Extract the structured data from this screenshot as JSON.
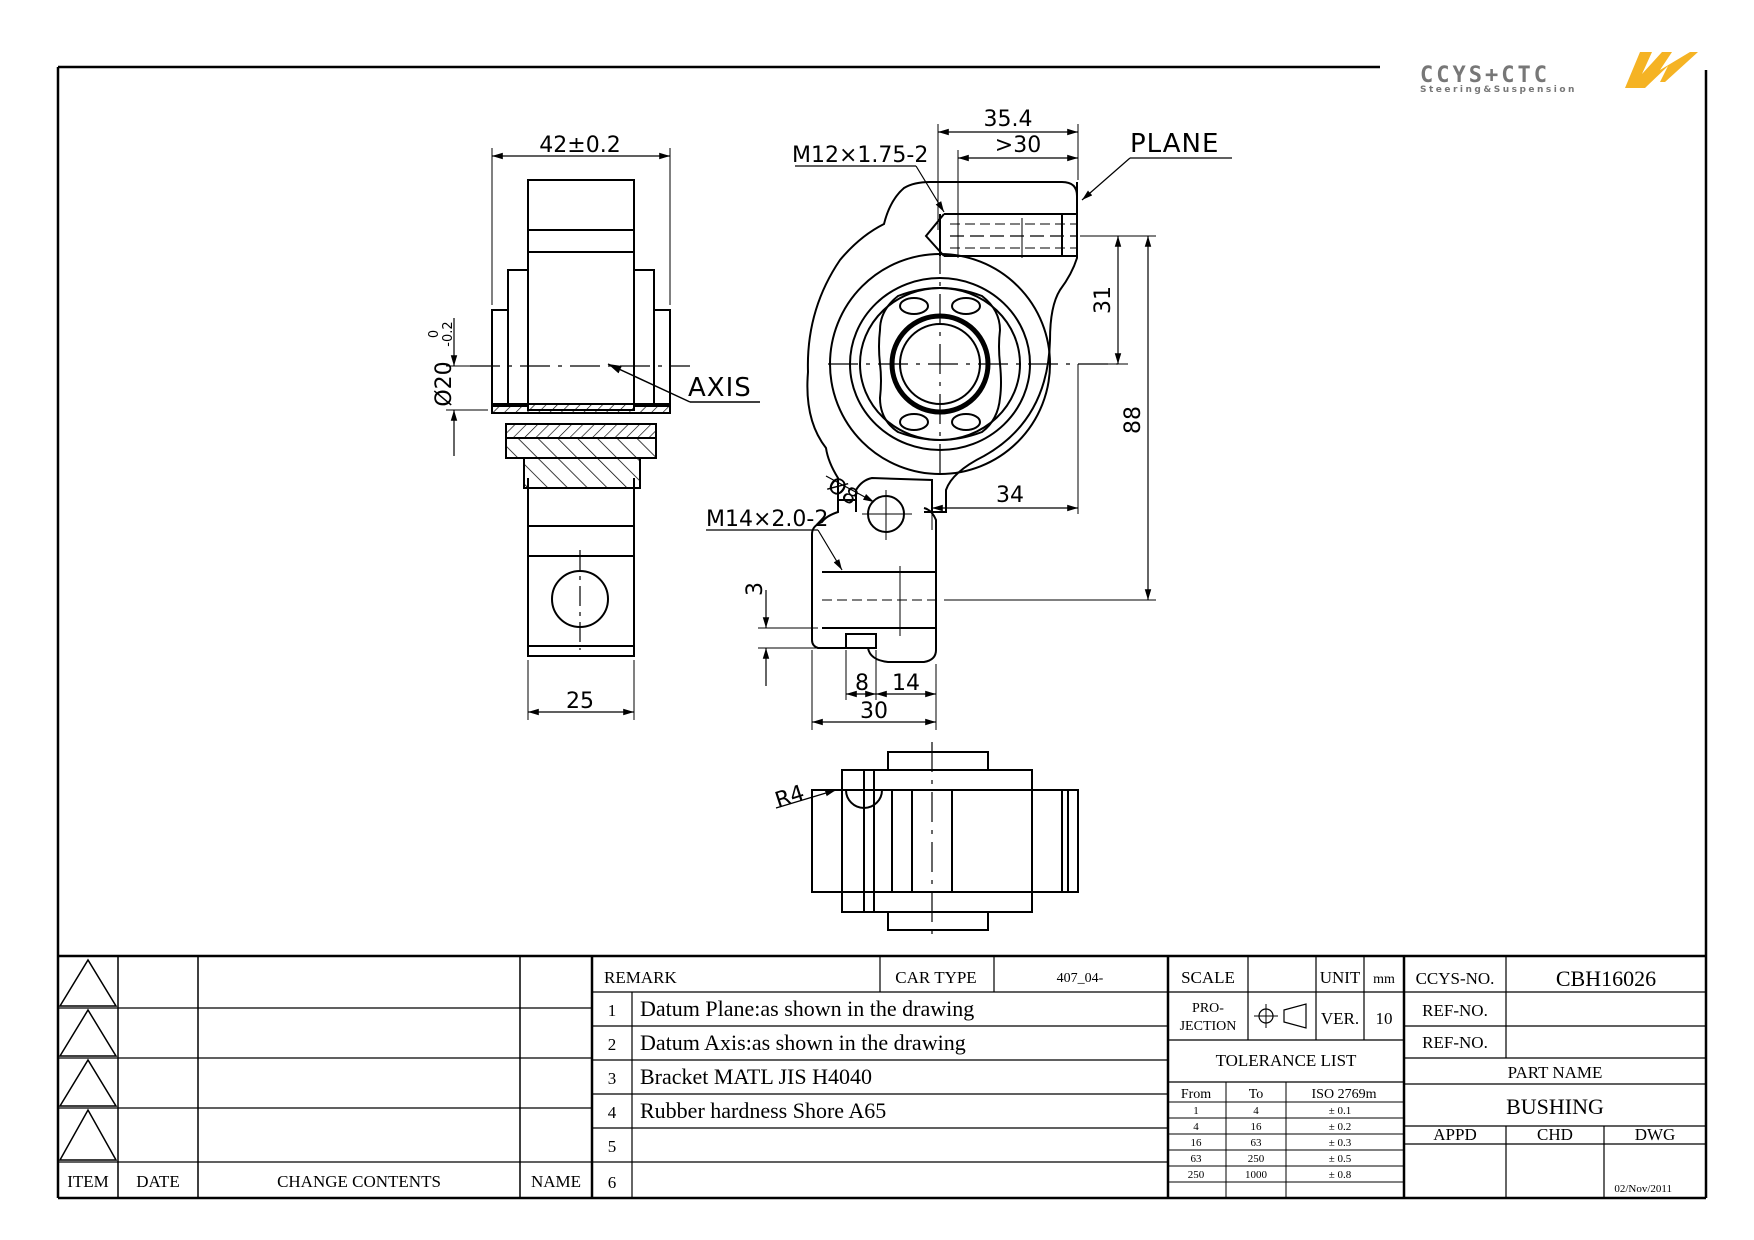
{
  "logo": {
    "brand": "CCYS+CTC",
    "tagline": "Steering&Suspension",
    "accent": "#f5b324",
    "text_color": "#666666"
  },
  "dimensions": {
    "d_42": "42±0.2",
    "d_20_main": "Ø20",
    "d_20_tol_upper": "0",
    "d_20_tol_lower": "-0.2",
    "axis": "AXIS",
    "d_25": "25",
    "d_35_4": "35.4",
    "d_gt30": ">30",
    "plane": "PLANE",
    "thread_m12": "M12×1.75-2",
    "d_31": "31",
    "d_88": "88",
    "d_34": "34",
    "d_phi8": "Ø8",
    "thread_m14": "M14×2.0-2",
    "d_3": "3",
    "d_8": "8",
    "d_14": "14",
    "d_30": "30",
    "r4": "R4"
  },
  "revision_table": {
    "headers": {
      "item": "ITEM",
      "date": "DATE",
      "change": "CHANGE CONTENTS",
      "name": "NAME"
    }
  },
  "remarks": {
    "header": "REMARK",
    "car_type_label": "CAR TYPE",
    "car_type_value": "407_04-",
    "items": [
      {
        "no": "1",
        "text": "Datum Plane:as shown in the drawing"
      },
      {
        "no": "2",
        "text": "Datum Axis:as shown in the drawing"
      },
      {
        "no": "3",
        "text": "Bracket MATL JIS H4040"
      },
      {
        "no": "4",
        "text": "Rubber hardness Shore A65"
      },
      {
        "no": "5",
        "text": ""
      },
      {
        "no": "6",
        "text": ""
      }
    ]
  },
  "scale_block": {
    "scale_label": "SCALE",
    "unit_label": "UNIT",
    "unit_value": "mm",
    "projection_label_1": "PRO-",
    "projection_label_2": "JECTION",
    "ver_label": "VER.",
    "ver_value": "10",
    "tolerance_title": "TOLERANCE LIST",
    "tol_headers": {
      "from": "From",
      "to": "To",
      "iso": "ISO 2769m"
    },
    "tol_rows": [
      {
        "from": "1",
        "to": "4",
        "tol": "± 0.1"
      },
      {
        "from": "4",
        "to": "16",
        "tol": "± 0.2"
      },
      {
        "from": "16",
        "to": "63",
        "tol": "± 0.3"
      },
      {
        "from": "63",
        "to": "250",
        "tol": "± 0.5"
      },
      {
        "from": "250",
        "to": "1000",
        "tol": "± 0.8"
      }
    ]
  },
  "part_block": {
    "ccys_no_label": "CCYS-NO.",
    "ccys_no_value": "CBH16026",
    "ref_no_label_1": "REF-NO.",
    "ref_no_label_2": "REF-NO.",
    "part_name_label": "PART NAME",
    "part_name_value": "BUSHING",
    "appd": "APPD",
    "chd": "CHD",
    "dwg": "DWG",
    "date": "02/Nov/2011"
  }
}
